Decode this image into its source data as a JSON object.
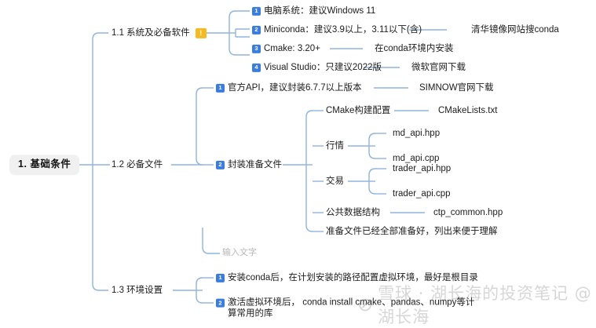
{
  "root": {
    "label": "1. 基础条件"
  },
  "branches": [
    {
      "id": "sys",
      "label": "1.1 系统及必备软件",
      "badge": "!",
      "children": [
        {
          "num": "1",
          "label": "电脑系统：建议Windows 11",
          "link": ""
        },
        {
          "num": "2",
          "label": "Miniconda：建议3.9以上，3.11以下(含)",
          "link": "清华镜像网站搜conda"
        },
        {
          "num": "3",
          "label": "Cmake: 3.20+",
          "link": "在conda环境内安装"
        },
        {
          "num": "4",
          "label": "Visual Studio：只建议2022版",
          "link": "微软官网下载"
        }
      ]
    },
    {
      "id": "files",
      "label": "1.2 必备文件",
      "children": [
        {
          "num": "1",
          "label": "官方API，建议封装6.7.7以上版本",
          "link": "SIMNOW官网下载"
        },
        {
          "num": "2",
          "label": "封装准备文件",
          "link": ""
        }
      ],
      "prep_children": [
        {
          "label": "CMake构建配置",
          "link": "CMakeLists.txt",
          "leaves": []
        },
        {
          "label": "行情",
          "link": "",
          "leaves": [
            "md_api.hpp",
            "md_api.cpp"
          ]
        },
        {
          "label": "交易",
          "link": "",
          "leaves": [
            "trader_api.hpp",
            "trader_api.cpp"
          ]
        },
        {
          "label": "公共数据结构",
          "link": "ctp_common.hpp",
          "leaves": []
        },
        {
          "label": "准备文件已经全部准备好，列出来便于理解",
          "link": "",
          "leaves": []
        }
      ],
      "placeholder": "输入文字"
    },
    {
      "id": "env",
      "label": "1.3 环境设置",
      "children": [
        {
          "num": "1",
          "label": "安装conda后，在计划安装的路径配置虚拟环境，最好是根目录"
        },
        {
          "num": "2",
          "label": "激活虚拟环境后， conda install cmake、pandas、numpy等计算常用的库"
        }
      ]
    }
  ],
  "watermark": {
    "mark": "⊘",
    "text": "雪球 · 湖长海的投资笔记 @湖长海"
  },
  "colors": {
    "line": "#8fb4dd",
    "badge_blue": "#3b7ddd",
    "badge_yellow": "#f5b921",
    "root_bg": "#f0f0f0",
    "text": "#1b1b1b",
    "placeholder": "#b6b6b6"
  }
}
